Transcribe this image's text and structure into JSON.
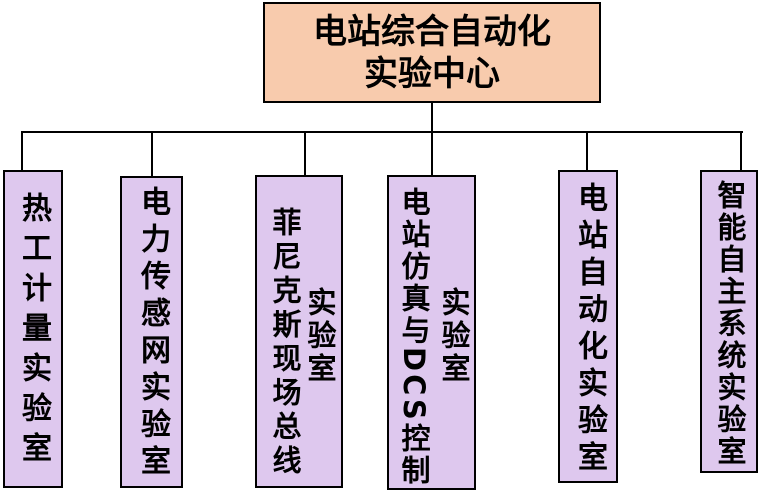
{
  "root": {
    "line1": "电站综合自动化",
    "line2": "实验中心"
  },
  "labs": [
    {
      "columns": [
        "热工计量实验室"
      ]
    },
    {
      "columns": [
        "电力传感网实验室"
      ]
    },
    {
      "columns": [
        "菲尼克斯现场总线",
        "实验室"
      ]
    },
    {
      "columns": [
        "电站仿真与DCS控制",
        "实验室"
      ]
    },
    {
      "columns": [
        "电站自动化实验室"
      ]
    },
    {
      "columns": [
        "智能自主系统实验室"
      ]
    }
  ],
  "colors": {
    "root_fill": "#F8CBAD",
    "lab_fill": "#DEC8EE",
    "line": "#000000"
  }
}
